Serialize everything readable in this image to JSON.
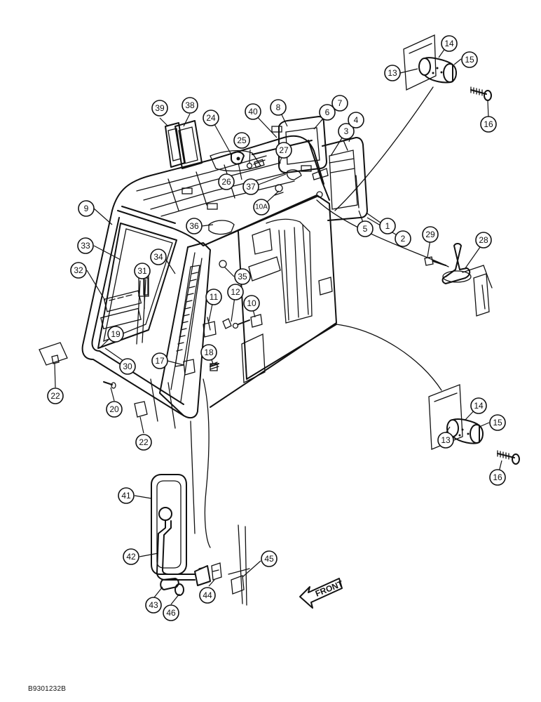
{
  "drawing_code": "B9301232B",
  "direction_label": "FRONT",
  "callouts": [
    {
      "id": "c1",
      "label": "1"
    },
    {
      "id": "c2",
      "label": "2"
    },
    {
      "id": "c3",
      "label": "3"
    },
    {
      "id": "c4",
      "label": "4"
    },
    {
      "id": "c5",
      "label": "5"
    },
    {
      "id": "c6",
      "label": "6"
    },
    {
      "id": "c7",
      "label": "7"
    },
    {
      "id": "c8",
      "label": "8"
    },
    {
      "id": "c9",
      "label": "9"
    },
    {
      "id": "c10",
      "label": "10"
    },
    {
      "id": "c10a",
      "label": "10A"
    },
    {
      "id": "c11",
      "label": "11"
    },
    {
      "id": "c12",
      "label": "12"
    },
    {
      "id": "c13a",
      "label": "13"
    },
    {
      "id": "c13b",
      "label": "13"
    },
    {
      "id": "c14a",
      "label": "14"
    },
    {
      "id": "c14b",
      "label": "14"
    },
    {
      "id": "c15a",
      "label": "15"
    },
    {
      "id": "c15b",
      "label": "15"
    },
    {
      "id": "c16a",
      "label": "16"
    },
    {
      "id": "c16b",
      "label": "16"
    },
    {
      "id": "c17",
      "label": "17"
    },
    {
      "id": "c18",
      "label": "18"
    },
    {
      "id": "c19",
      "label": "19"
    },
    {
      "id": "c20",
      "label": "20"
    },
    {
      "id": "c22a",
      "label": "22"
    },
    {
      "id": "c22b",
      "label": "22"
    },
    {
      "id": "c24",
      "label": "24"
    },
    {
      "id": "c25",
      "label": "25"
    },
    {
      "id": "c26",
      "label": "26"
    },
    {
      "id": "c27",
      "label": "27"
    },
    {
      "id": "c28",
      "label": "28"
    },
    {
      "id": "c29",
      "label": "29"
    },
    {
      "id": "c30",
      "label": "30"
    },
    {
      "id": "c31",
      "label": "31"
    },
    {
      "id": "c32",
      "label": "32"
    },
    {
      "id": "c33",
      "label": "33"
    },
    {
      "id": "c34",
      "label": "34"
    },
    {
      "id": "c35",
      "label": "35"
    },
    {
      "id": "c36",
      "label": "36"
    },
    {
      "id": "c37",
      "label": "37"
    },
    {
      "id": "c38",
      "label": "38"
    },
    {
      "id": "c39",
      "label": "39"
    },
    {
      "id": "c40",
      "label": "40"
    },
    {
      "id": "c41",
      "label": "41"
    },
    {
      "id": "c42",
      "label": "42"
    },
    {
      "id": "c43",
      "label": "43"
    },
    {
      "id": "c44",
      "label": "44"
    },
    {
      "id": "c45",
      "label": "45"
    },
    {
      "id": "c46",
      "label": "46"
    }
  ]
}
